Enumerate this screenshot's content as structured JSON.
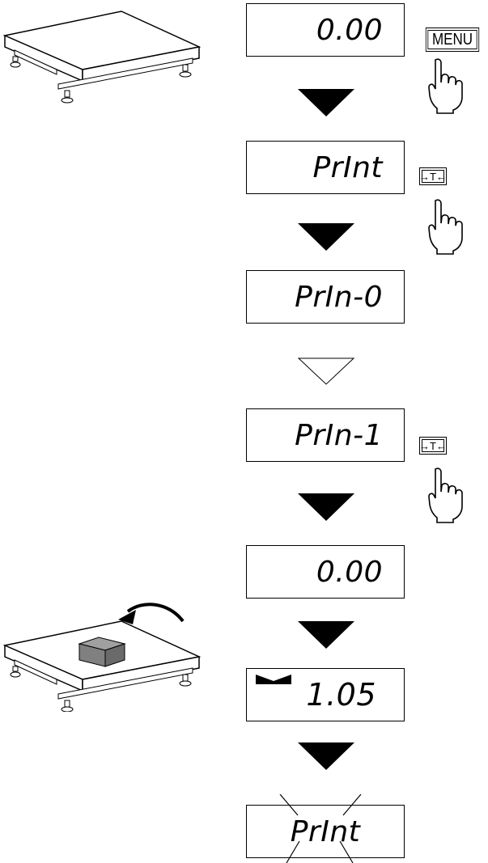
{
  "displays": [
    "0.00",
    "PrInt",
    "PrIn-0",
    "PrIn-1",
    "0.00",
    "1.05",
    "PrInt"
  ],
  "buttons": {
    "menu": "MENU",
    "tare": "→T←"
  },
  "colors": {
    "ink": "#000000",
    "box_fill": "#808080"
  }
}
